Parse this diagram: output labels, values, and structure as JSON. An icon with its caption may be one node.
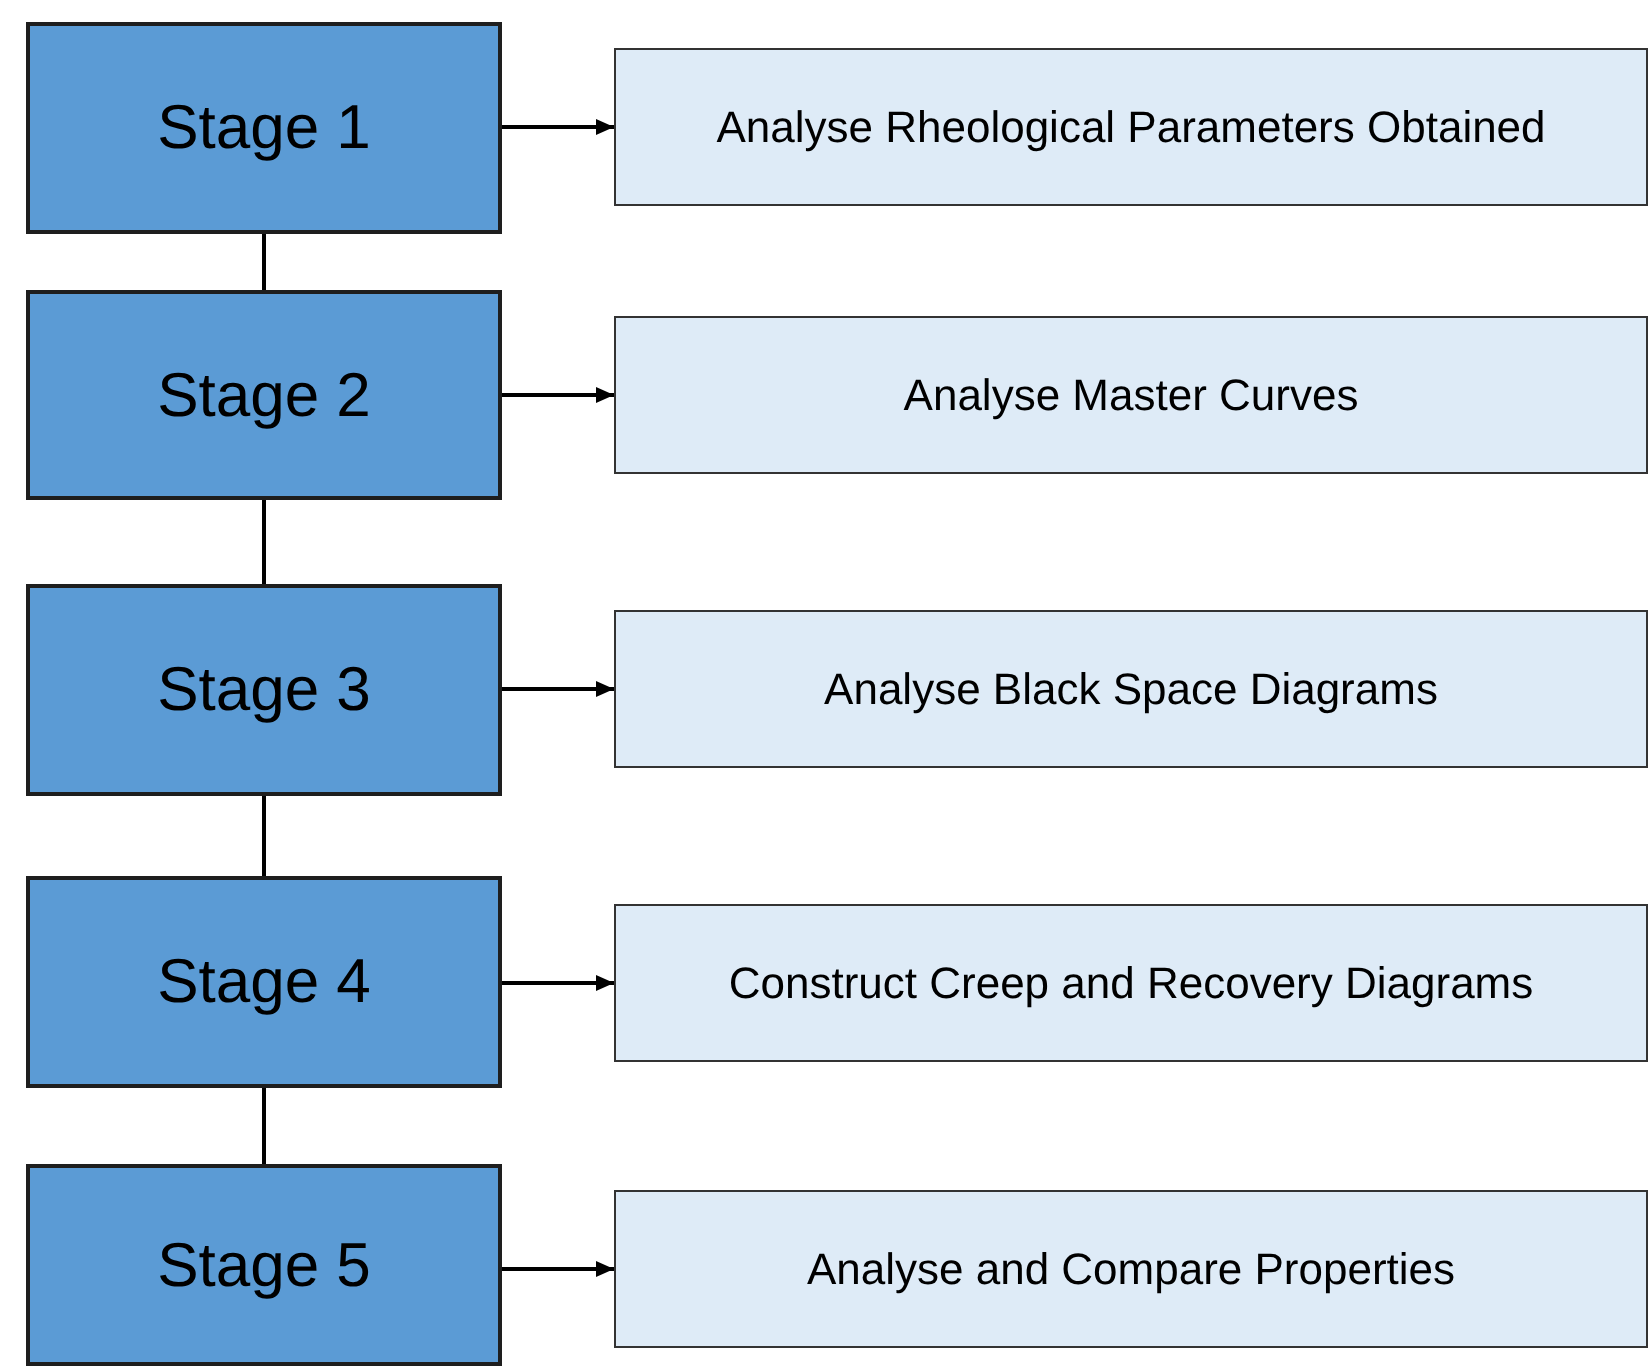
{
  "diagram": {
    "nodes": [
      {
        "text": [
          "Stage 1"
        ]
      },
      {
        "text": [
          "Analyse Rheological Parameters Obtained"
        ]
      },
      {
        "text": [
          "Stage 2"
        ]
      },
      {
        "text": [
          "Analyse Master Curves"
        ]
      },
      {
        "text": [
          "Stage 3"
        ]
      },
      {
        "text": [
          "Analyse Black Space Diagrams"
        ]
      },
      {
        "text": [
          "Stage 4"
        ]
      },
      {
        "text": [
          "Construct Creep and Recovery Diagrams"
        ]
      },
      {
        "text": [
          "Stage 5"
        ]
      },
      {
        "text": [
          "Analyse and Compare Properties"
        ]
      }
    ],
    "edges": [
      {
        "from": 0,
        "to": 1,
        "arrow": "to"
      },
      {
        "from": 2,
        "to": 3,
        "arrow": "to"
      },
      {
        "from": 4,
        "to": 5,
        "arrow": "to"
      },
      {
        "from": 6,
        "to": 7,
        "arrow": "to"
      },
      {
        "from": 8,
        "to": 9,
        "arrow": "to"
      },
      {
        "from": 0,
        "to": 2,
        "arrow": "none"
      },
      {
        "from": 2,
        "to": 4,
        "arrow": "none"
      },
      {
        "from": 4,
        "to": 6,
        "arrow": "none"
      },
      {
        "from": 6,
        "to": 8,
        "arrow": "none"
      }
    ]
  }
}
